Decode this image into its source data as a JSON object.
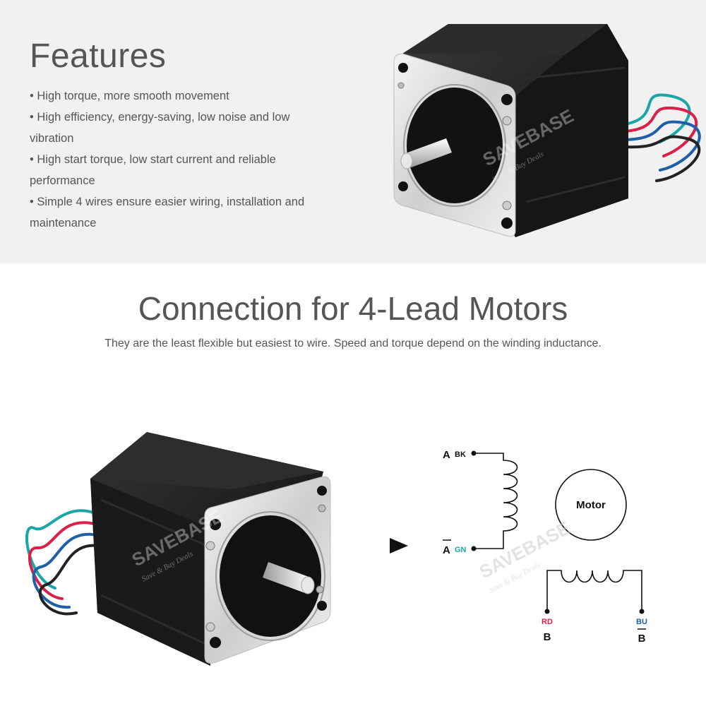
{
  "features": {
    "title": "Features",
    "items": [
      "High torque, more smooth movement",
      "High efficiency, energy-saving, low noise and low vibration",
      "High start torque, low start current and reliable performance",
      "Simple 4 wires ensure easier wiring, installation and maintenance"
    ]
  },
  "connection": {
    "title": "Connection for 4-Lead Motors",
    "subtitle": "They are the least flexible but easiest to wire. Speed and torque depend on the winding inductance."
  },
  "watermark": {
    "brand": "SAVEBASE",
    "tagline": "Save & Buy Deals"
  },
  "diagram": {
    "motor_label": "Motor",
    "a": {
      "terminal": "A",
      "wire": "BK"
    },
    "a_bar": {
      "terminal": "A",
      "wire": "GN"
    },
    "b": {
      "terminal": "B",
      "wire": "RD"
    },
    "b_bar": {
      "terminal": "B",
      "wire": "BU"
    },
    "colors": {
      "green": "#1aa6a6",
      "red": "#d8204a",
      "blue": "#1f5fa8"
    }
  },
  "colors": {
    "band_bg": "#f1f1f1",
    "text": "#555555",
    "motor_body": "#1a1a1a",
    "faceplate": "#e4e4e4"
  }
}
